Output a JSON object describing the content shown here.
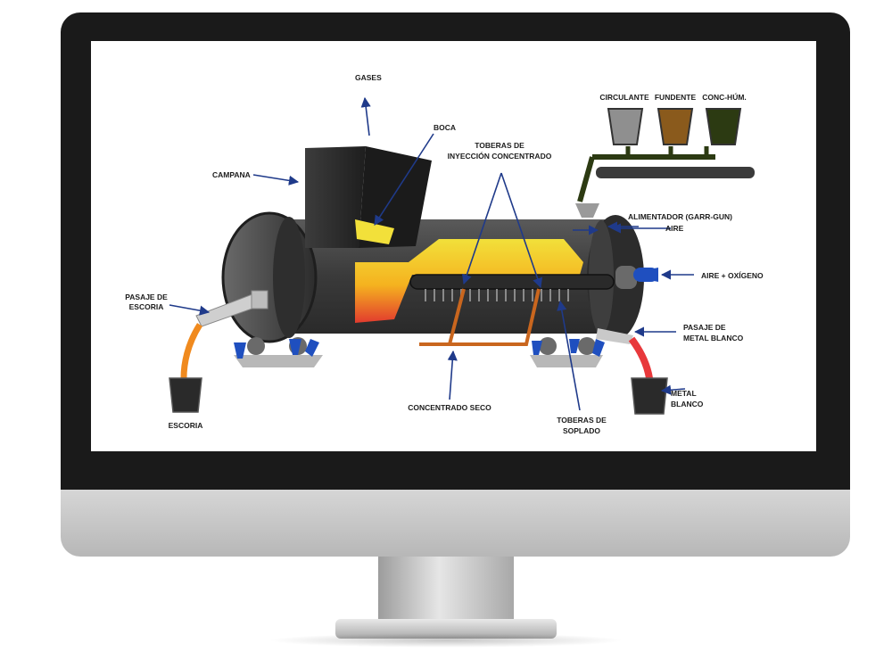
{
  "labels": {
    "gases": "GASES",
    "boca": "BOCA",
    "toberas_iny_1": "TOBERAS DE",
    "toberas_iny_2": "INYECCIÓN CONCENTRADO",
    "campana": "CAMPANA",
    "circulante": "CIRCULANTE",
    "fundente": "FUNDENTE",
    "conc_hum": "CONC-HÚM.",
    "alimentador": "ALIMENTADOR (GARR-GUN)",
    "aire": "AIRE",
    "aire_oxigeno": "AIRE + OXÍGENO",
    "pasaje_escoria_1": "PASAJE DE",
    "pasaje_escoria_2": "ESCORIA",
    "escoria": "ESCORIA",
    "pasaje_metal_1": "PASAJE DE",
    "pasaje_metal_2": "METAL BLANCO",
    "metal_blanco_1": "METAL",
    "metal_blanco_2": "BLANCO",
    "concentrado_seco": "CONCENTRADO SECO",
    "toberas_sop_1": "TOBERAS DE",
    "toberas_sop_2": "SOPLADO"
  },
  "colors": {
    "arrow": "#1f3a8a",
    "shell": "#3a3a3a",
    "yellow": "#f2e03a",
    "orange": "#f3a41f",
    "red": "#e23b2e",
    "copper": "#c9661e",
    "blue_nozzle": "#1f4fbf",
    "slag_stream": "#f08a1e",
    "metal_stream": "#e8383b",
    "bucket_grey": "#8f8f8f",
    "bucket_brown": "#8a5a1c",
    "bucket_green": "#2c3a12"
  }
}
